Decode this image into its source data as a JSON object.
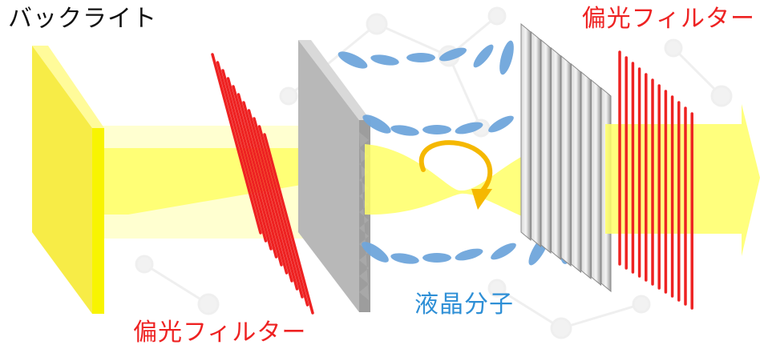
{
  "labels": {
    "backlight": "バックライト",
    "polarizer_top": "偏光フィルター",
    "polarizer_bottom": "偏光フィルター",
    "liquid_crystal": "液晶分子"
  },
  "colors": {
    "light": "#ffff66",
    "backlight_panel": "#f5ea3c",
    "polarizer_line": "#ee2222",
    "alignment_plate": "#b5b5b5",
    "molecule": "#6fa6dc",
    "rotation_arrow": "#f5b800",
    "label_default": "#111111",
    "label_polarizer": "#ee2222",
    "label_molecule": "#2e8fd6"
  }
}
